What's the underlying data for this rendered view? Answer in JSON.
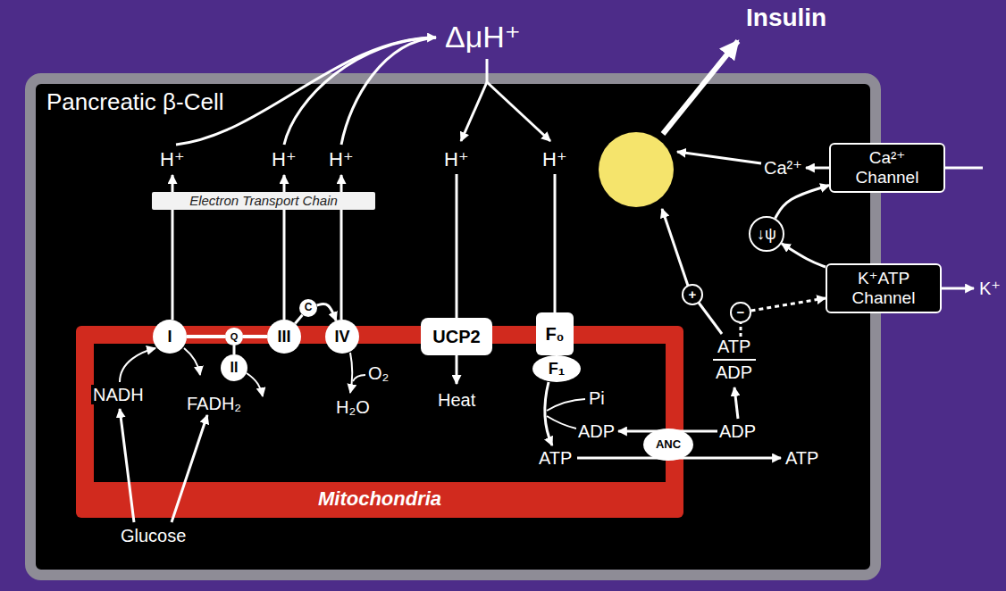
{
  "diagram": {
    "nodes": [
      {
        "text": [
          "Pancreatic β-Cell"
        ]
      },
      {
        "text": [
          "Mitochondria"
        ],
        "in": 0
      },
      {
        "text": [
          "Electron Transport Chain"
        ],
        "in": 0
      },
      {
        "text": [
          "I"
        ],
        "in": 1
      },
      {
        "text": [
          "Q"
        ],
        "in": 1
      },
      {
        "text": [
          "II"
        ],
        "in": 1
      },
      {
        "text": [
          "III"
        ],
        "in": 1
      },
      {
        "text": [
          "C"
        ],
        "in": 0
      },
      {
        "text": [
          "IV"
        ],
        "in": 1
      },
      {
        "text": [
          "UCP2"
        ],
        "in": 1
      },
      {
        "text": [
          "F₀"
        ],
        "in": 1
      },
      {
        "text": [
          "F₁"
        ],
        "in": 1
      },
      {
        "text": [
          "ANC"
        ],
        "in": 1
      },
      {
        "text": [
          "↓ψ"
        ],
        "in": 0
      },
      {
        "text": [
          "+"
        ],
        "in": 0
      },
      {
        "text": [
          "−"
        ],
        "in": 0
      },
      {
        "text": [
          "Ca²⁺ Channel"
        ]
      },
      {
        "text": [
          "K⁺ATP Channel"
        ]
      }
    ],
    "edges": [
      {
        "from": 3,
        "to": 4,
        "arrow": "none"
      },
      {
        "from": 5,
        "to": 4,
        "arrow": "none"
      },
      {
        "from": 4,
        "to": 6,
        "arrow": "none"
      },
      {
        "from": 6,
        "to": 7,
        "arrow": "none"
      },
      {
        "from": 7,
        "to": 8,
        "arrow": "to"
      },
      {
        "from": 17,
        "to": 13,
        "arrow": "to"
      },
      {
        "from": 13,
        "to": 16,
        "arrow": "to"
      },
      {
        "from": 15,
        "to": 17,
        "arrow": "to"
      }
    ],
    "labels": [
      "Insulin",
      "ΔμH⁺",
      "H⁺",
      "H⁺",
      "H⁺",
      "H⁺",
      "H⁺",
      "NADH",
      "FADH₂",
      "O₂",
      "H₂O",
      "Heat",
      "Pi",
      "ADP",
      "ATP",
      "ADP",
      "ATP",
      "ATP",
      "ADP",
      "Ca²⁺",
      "K⁺",
      "Glucose"
    ]
  }
}
